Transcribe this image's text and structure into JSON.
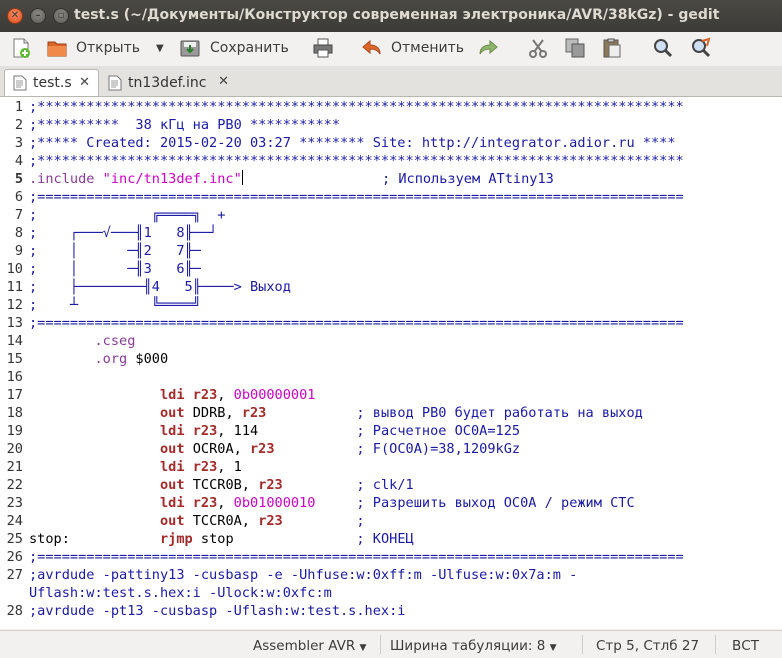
{
  "window": {
    "title": "test.s (~/Документы/Конструктор современная электроника/AVR/38kGz) - gedit"
  },
  "toolbar": {
    "open_label": "Открыть",
    "save_label": "Сохранить",
    "undo_label": "Отменить"
  },
  "tabs": [
    {
      "label": "test.s",
      "active": true
    },
    {
      "label": "tn13def.inc",
      "active": false
    }
  ],
  "editor": {
    "current_line": 5,
    "lines": [
      {
        "n": "1",
        "text": ";*******************************************************************************"
      },
      {
        "n": "2",
        "text": ";**********  38 кГц на PB0 ***********"
      },
      {
        "n": "3",
        "text": ";***** Created: 2015-02-20 03:27 ******** Site: http://integrator.adior.ru ****"
      },
      {
        "n": "4",
        "text": ";*******************************************************************************"
      },
      {
        "n": "5",
        "directive": ".include",
        "string": "\"inc/tn13def.inc\"",
        "comment": "; Используем ATtiny13"
      },
      {
        "n": "6",
        "text": ";==============================================================================="
      },
      {
        "n": "7",
        "text": ";              ╔════╗  +"
      },
      {
        "n": "8",
        "text": ";    ┌───√───╢1   8╟──┘"
      },
      {
        "n": "9",
        "text": ";    │      ─╢2   7╟─"
      },
      {
        "n": "10",
        "text": ";    │      ─╢3   6╟─"
      },
      {
        "n": "11",
        "text": ";    ├────────╢4   5╟────> Выход"
      },
      {
        "n": "12",
        "text": ";    ┴         ╚════╝"
      },
      {
        "n": "13",
        "text": ";==============================================================================="
      },
      {
        "n": "14",
        "directive": ".cseg"
      },
      {
        "n": "15",
        "directive": ".org",
        "rest": " $000"
      },
      {
        "n": "16"
      },
      {
        "n": "17",
        "mnemonic": "ldi",
        "args": [
          {
            "t": "r",
            "v": "r23"
          },
          {
            "t": "p",
            "v": ", "
          },
          {
            "t": "num",
            "v": "0b00000001"
          }
        ]
      },
      {
        "n": "18",
        "mnemonic": "out",
        "args": [
          {
            "t": "p",
            "v": "DDRB, "
          },
          {
            "t": "r",
            "v": "r23"
          }
        ],
        "comment": "; вывод PB0 будет работать на выход"
      },
      {
        "n": "19",
        "mnemonic": "ldi",
        "args": [
          {
            "t": "r",
            "v": "r23"
          },
          {
            "t": "p",
            "v": ", 114"
          }
        ],
        "comment": "; Расчетное OC0A=125"
      },
      {
        "n": "20",
        "mnemonic": "out",
        "args": [
          {
            "t": "p",
            "v": "OCR0A, "
          },
          {
            "t": "r",
            "v": "r23"
          }
        ],
        "comment": "; F(OC0A)=38,1209kGz"
      },
      {
        "n": "21",
        "mnemonic": "ldi",
        "args": [
          {
            "t": "r",
            "v": "r23"
          },
          {
            "t": "p",
            "v": ", 1"
          }
        ]
      },
      {
        "n": "22",
        "mnemonic": "out",
        "args": [
          {
            "t": "p",
            "v": "TCCR0B, "
          },
          {
            "t": "r",
            "v": "r23"
          }
        ],
        "comment": "; clk/1"
      },
      {
        "n": "23",
        "mnemonic": "ldi",
        "args": [
          {
            "t": "r",
            "v": "r23"
          },
          {
            "t": "p",
            "v": ", "
          },
          {
            "t": "num",
            "v": "0b01000010"
          }
        ],
        "comment": "; Разрешить выход OC0A / режим CTC"
      },
      {
        "n": "24",
        "mnemonic": "out",
        "args": [
          {
            "t": "p",
            "v": "TCCR0A, "
          },
          {
            "t": "r",
            "v": "r23"
          }
        ],
        "comment": ";"
      },
      {
        "n": "25",
        "label": "stop:",
        "mnemonic": "rjmp",
        "args": [
          {
            "t": "p",
            "v": "stop"
          }
        ],
        "comment": "; КОНЕЦ"
      },
      {
        "n": "26",
        "text": ";==============================================================================="
      },
      {
        "n": "27",
        "text": ";avrdude -pattiny13 -cusbasp -e -Uhfuse:w:0xff:m -Ulfuse:w:0x7a:m -",
        "wrap": "Uflash:w:test.s.hex:i -Ulock:w:0xfc:m"
      },
      {
        "n": "28",
        "text": ";avrdude -pt13 -cusbasp -Uflash:w:test.s.hex:i"
      }
    ]
  },
  "statusbar": {
    "language": "Assembler AVR",
    "tab_width": "Ширина табуляции: 8",
    "position": "Стр 5, Стлб 27",
    "mode": "ВСТ"
  }
}
